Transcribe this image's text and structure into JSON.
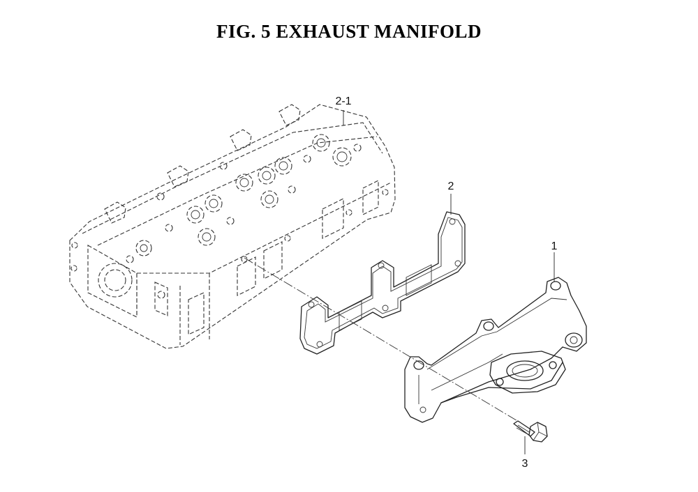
{
  "figure": {
    "title": "FIG. 5  EXHAUST MANIFOLD"
  },
  "callouts": [
    {
      "id": "cyl-head",
      "label": "2-1"
    },
    {
      "id": "gasket",
      "label": "2"
    },
    {
      "id": "manifold",
      "label": "1"
    },
    {
      "id": "bolt",
      "label": "3"
    }
  ]
}
